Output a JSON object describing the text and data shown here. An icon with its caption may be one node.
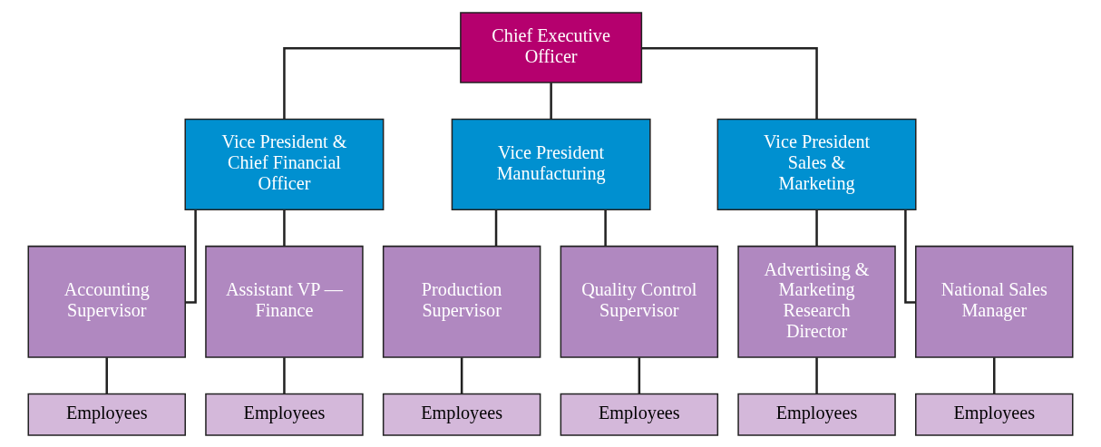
{
  "diagram": {
    "nodes": [
      {
        "text": [
          "Chief Executive Officer"
        ]
      },
      {
        "text": [
          "Vice President & Chief Financial Officer"
        ]
      },
      {
        "text": [
          "Vice President Manufacturing"
        ]
      },
      {
        "text": [
          "Vice President Sales & Marketing"
        ]
      },
      {
        "text": [
          "Accounting Supervisor"
        ]
      },
      {
        "text": [
          "Assistant VP — Finance"
        ]
      },
      {
        "text": [
          "Production Supervisor"
        ]
      },
      {
        "text": [
          "Quality Control Supervisor"
        ]
      },
      {
        "text": [
          "Advertising & Marketing Research Director"
        ]
      },
      {
        "text": [
          "National Sales Manager"
        ]
      },
      {
        "text": [
          "Employees"
        ]
      },
      {
        "text": [
          "Employees"
        ]
      },
      {
        "text": [
          "Employees"
        ]
      },
      {
        "text": [
          "Employees"
        ]
      },
      {
        "text": [
          "Employees"
        ]
      },
      {
        "text": [
          "Employees"
        ]
      }
    ],
    "edges": [
      {
        "from": 0,
        "to": 1,
        "arrow": "none"
      },
      {
        "from": 0,
        "to": 2,
        "arrow": "none"
      },
      {
        "from": 0,
        "to": 3,
        "arrow": "none"
      },
      {
        "from": 1,
        "to": 4,
        "arrow": "none"
      },
      {
        "from": 1,
        "to": 5,
        "arrow": "none"
      },
      {
        "from": 2,
        "to": 6,
        "arrow": "none"
      },
      {
        "from": 2,
        "to": 7,
        "arrow": "none"
      },
      {
        "from": 3,
        "to": 8,
        "arrow": "none"
      },
      {
        "from": 3,
        "to": 9,
        "arrow": "none"
      },
      {
        "from": 4,
        "to": 10,
        "arrow": "none"
      },
      {
        "from": 5,
        "to": 11,
        "arrow": "none"
      },
      {
        "from": 6,
        "to": 12,
        "arrow": "none"
      },
      {
        "from": 7,
        "to": 13,
        "arrow": "none"
      },
      {
        "from": 8,
        "to": 14,
        "arrow": "none"
      },
      {
        "from": 9,
        "to": 15,
        "arrow": "none"
      }
    ]
  }
}
